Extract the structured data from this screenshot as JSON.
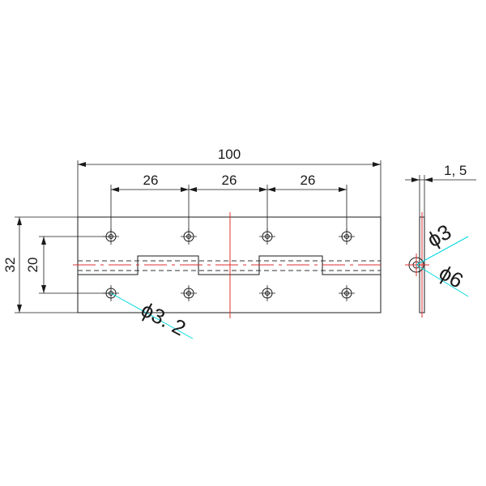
{
  "dimensions": {
    "overall_length": "100",
    "hole_pitch_1": "26",
    "hole_pitch_2": "26",
    "hole_pitch_3": "26",
    "overall_width": "32",
    "knuckle_width": "20",
    "thickness": "1, 5"
  },
  "callouts": {
    "hole_diameter": "ϕ3. 2",
    "pin_diameter": "ϕ3",
    "knuckle_diameter": "ϕ6"
  },
  "colors": {
    "line": "#1a1a1a",
    "centerline": "#e03030",
    "leader": "#00d8e0"
  }
}
